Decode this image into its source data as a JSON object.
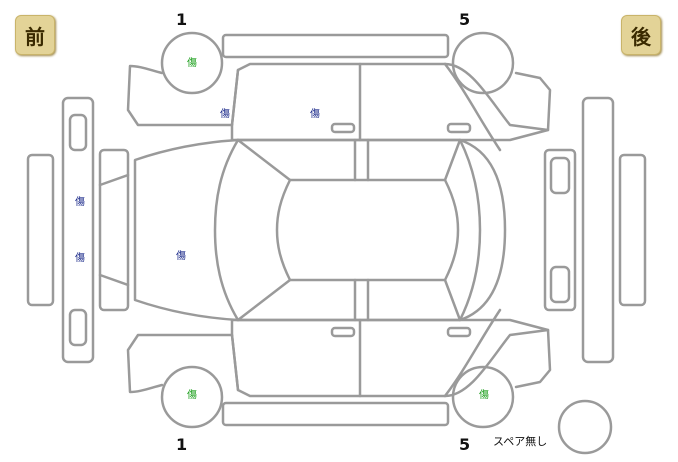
{
  "labels": {
    "front": "前",
    "rear": "後",
    "spare": "スペア無し"
  },
  "wheel_numbers": {
    "front_top": "1",
    "rear_top": "5",
    "front_bottom": "1",
    "rear_bottom": "5"
  },
  "damage": {
    "text": "傷",
    "colors": {
      "tire": "#1a9e1a",
      "body": "#1b2a8a"
    },
    "locations": [
      {
        "id": "front-left-tire",
        "color_key": "tire"
      },
      {
        "id": "front-left-door",
        "color_key": "body"
      },
      {
        "id": "rear-left-door",
        "color_key": "body"
      },
      {
        "id": "front-bumper-upper",
        "color_key": "body"
      },
      {
        "id": "front-bumper-lower",
        "color_key": "body"
      },
      {
        "id": "hood",
        "color_key": "body"
      },
      {
        "id": "front-right-tire",
        "color_key": "tire"
      },
      {
        "id": "rear-right-tire",
        "color_key": "tire"
      }
    ]
  },
  "colors": {
    "outline": "#9a9a9a",
    "badge": "#e3d397"
  }
}
